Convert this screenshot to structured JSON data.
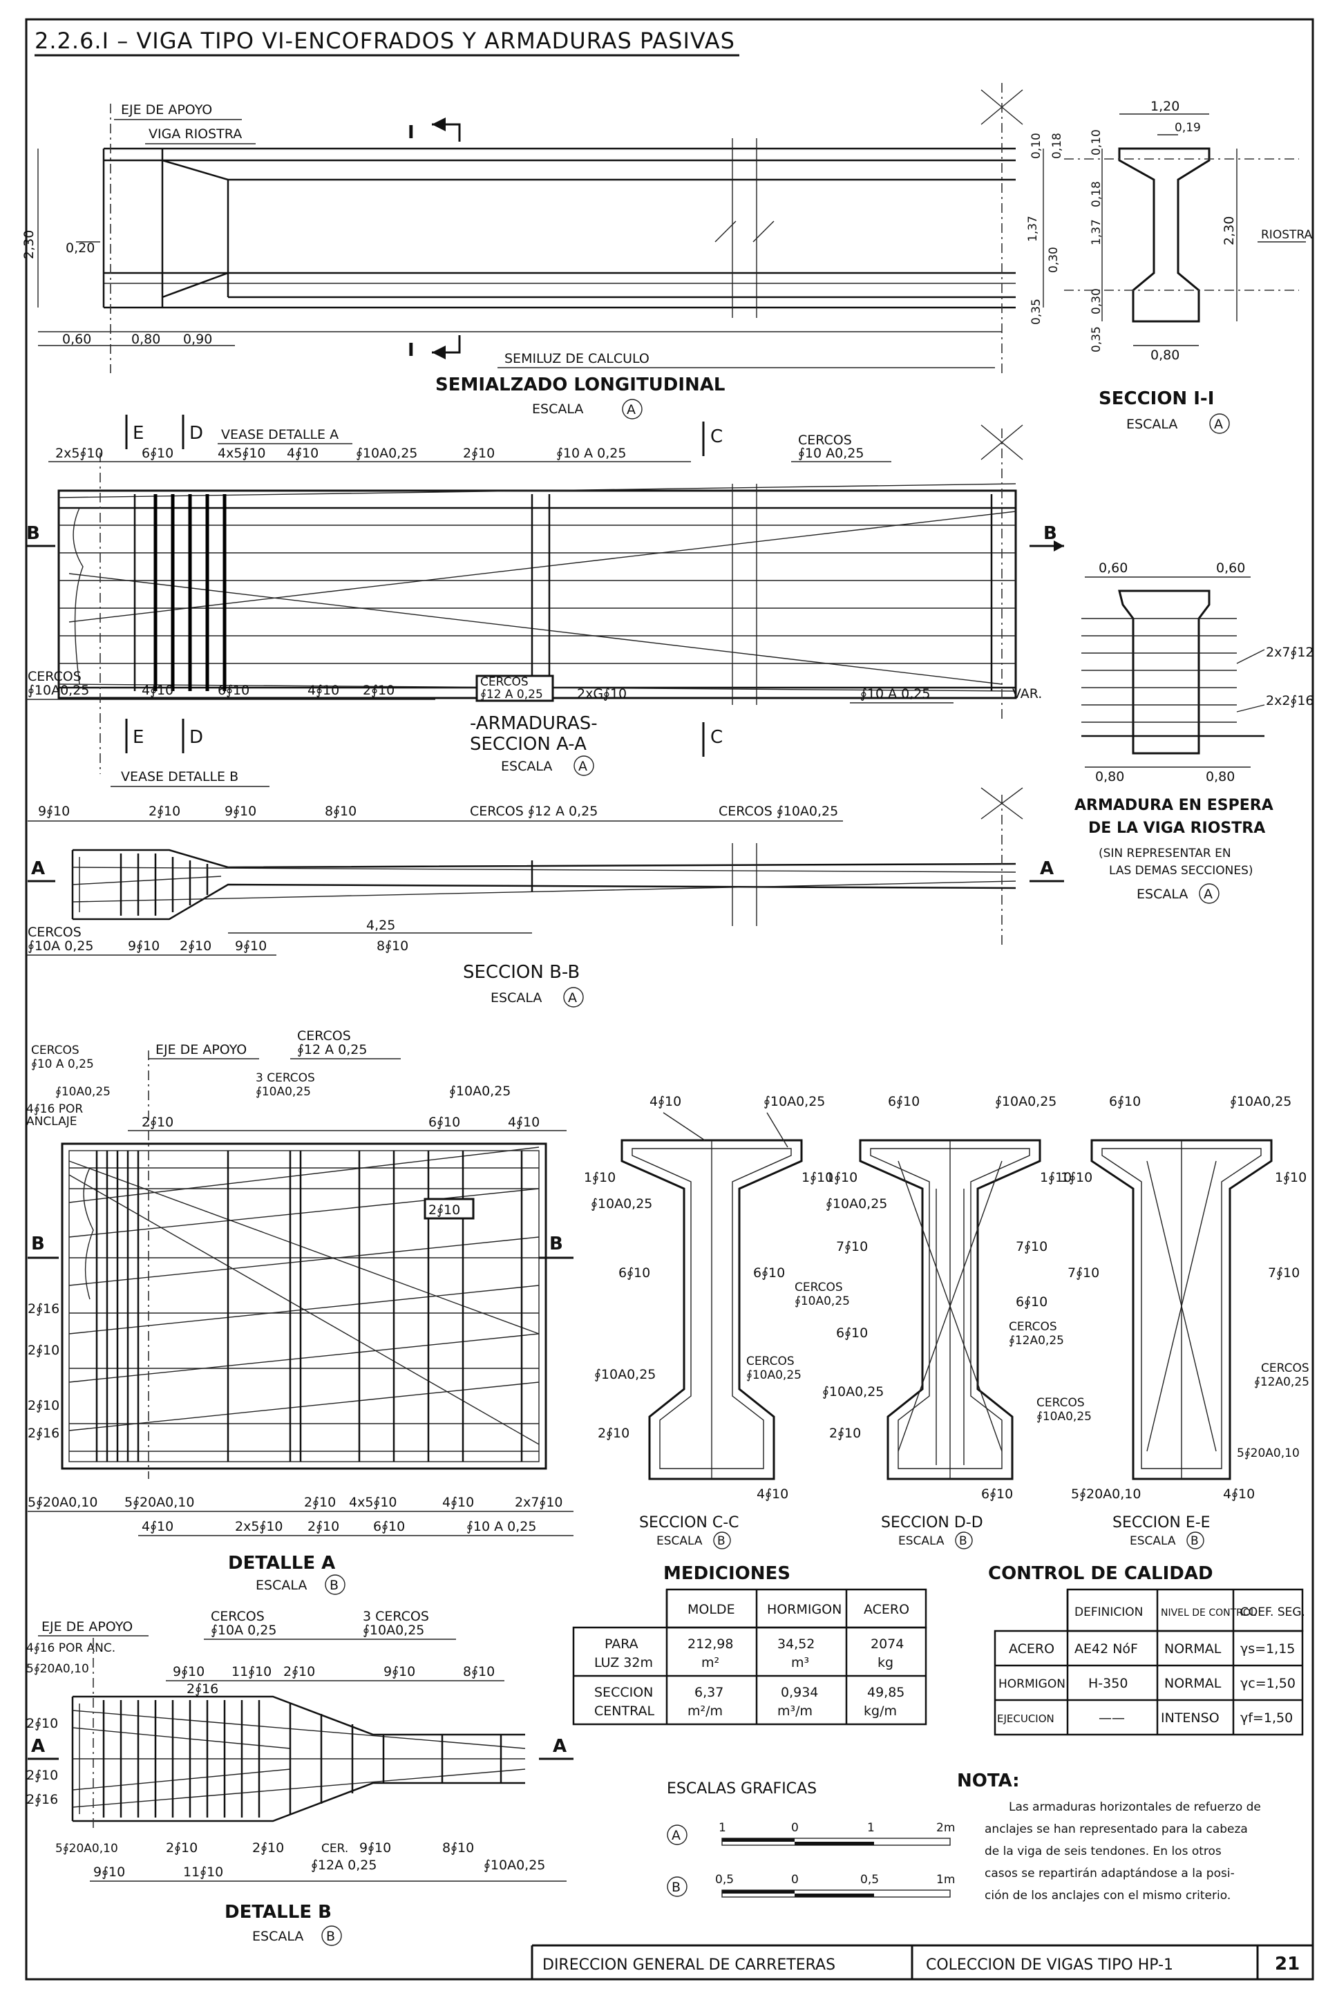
{
  "header": {
    "title": "2.2.6.I – VIGA TIPO VI-ENCOFRADOS Y ARMADURAS PASIVAS"
  },
  "views": {
    "semialzado": {
      "title": "SEMIALZADO LONGITUDINAL",
      "scale": "ESCALA",
      "scale_mark": "A",
      "labels": [
        "EJE DE APOYO",
        "VIGA RIOSTRA",
        "SEMILUZ DE CALCULO",
        "I",
        "I"
      ],
      "dims": [
        "2,30",
        "0,20",
        "0,60",
        "0,80",
        "0,90",
        "0,10",
        "0,18",
        "1,37",
        "0,30",
        "0,35"
      ]
    },
    "seccion_i": {
      "title": "SECCION I-I",
      "scale": "ESCALA",
      "scale_mark": "A",
      "labels": [
        "RIOSTRA"
      ],
      "dims": [
        "1,20",
        "0,19",
        "0,10",
        "0,18",
        "1,37",
        "2,30",
        "0,30",
        "0,35",
        "0,80"
      ]
    },
    "armaduras_aa": {
      "title": "-ARMADURAS-",
      "subtitle": "SECCION A-A",
      "scale": "ESCALA",
      "scale_mark": "A",
      "labels": [
        "E",
        "D",
        "C",
        "B",
        "B",
        "E",
        "D",
        "C",
        "VEASE DETALLE A",
        "2x5∮10",
        "6∮10",
        "4x5∮10",
        "4∮10",
        "∮10A0,25",
        "2∮10",
        "∮10 A 0,25",
        "CERCOS",
        "∮10 A0,25",
        "CERCOS",
        "∮10A0,25",
        "4∮10",
        "6∮10",
        "4∮10",
        "2∮10",
        "CERCOS",
        "∮12 A 0,25",
        "2xG∮10",
        "∮10 A 0,25",
        "VAR."
      ]
    },
    "riostra": {
      "title": "ARMADURA EN ESPERA",
      "subtitle": "DE LA VIGA RIOSTRA",
      "note1": "(SIN REPRESENTAR EN",
      "note2": "LAS DEMAS SECCIONES)",
      "scale": "ESCALA",
      "scale_mark": "A",
      "labels": [
        "0,60",
        "0,60",
        "2x7∮12",
        "2x2∮16",
        "0,80",
        "0,80"
      ]
    },
    "seccion_bb": {
      "title": "SECCION B-B",
      "scale": "ESCALA",
      "scale_mark": "A",
      "labels": [
        "VEASE DETALLE B",
        "9∮10",
        "2∮10",
        "9∮10",
        "8∮10",
        "CERCOS ∮12 A 0,25",
        "CERCOS ∮10A0,25",
        "A",
        "A",
        "CERCOS",
        "∮10A 0,25",
        "9∮10",
        "2∮10",
        "9∮10",
        "4,25",
        "8∮10"
      ]
    },
    "detalle_a": {
      "title": "DETALLE A",
      "scale": "ESCALA",
      "scale_mark": "B",
      "labels": [
        "CERCOS",
        "∮10 A 0,25",
        "EJE DE APOYO",
        "CERCOS",
        "∮12 A 0,25",
        "3 CERCOS",
        "∮10A0,25",
        "∮10A0,25",
        "∮10A0,25",
        "4∮16 POR",
        "ANCLAJE",
        "2∮10",
        "6∮10",
        "4∮10",
        "2∮10",
        "B",
        "B",
        "2∮16",
        "2∮10",
        "2∮10",
        "2∮16",
        "5∮20A0,10",
        "5∮20A0,10",
        "4∮10",
        "2∮10",
        "4x5∮10",
        "4∮10",
        "2x7∮10",
        "2x5∮10",
        "2∮10",
        "6∮10",
        "∮10 A 0,25"
      ]
    },
    "secciones_cde": {
      "sections": [
        {
          "title": "SECCION C-C",
          "scale": "ESCALA",
          "scale_mark": "B",
          "labels": [
            "4∮10",
            "∮10A0,25",
            "1∮10",
            "1∮10",
            "∮10A0,25",
            "6∮10",
            "6∮10",
            "CERCOS",
            "∮10A0,25",
            "∮10A0,25",
            "2∮10",
            "4∮10"
          ]
        },
        {
          "title": "SECCION D-D",
          "scale": "ESCALA",
          "scale_mark": "B",
          "labels": [
            "6∮10",
            "∮10A0,25",
            "1∮10",
            "1∮10",
            "∮10A0,25",
            "7∮10",
            "7∮10",
            "CERCOS",
            "∮10A0,25",
            "6∮10",
            "6∮10",
            "CERCOS",
            "∮12A0,25",
            "∮10A0,25",
            "2∮10",
            "6∮10"
          ]
        },
        {
          "title": "SECCION E-E",
          "scale": "ESCALA",
          "scale_mark": "B",
          "labels": [
            "6∮10",
            "∮10A0,25",
            "1∮10",
            "1∮10",
            "7∮10",
            "7∮10",
            "CERCOS",
            "∮12A0,25",
            "CERCOS",
            "∮10A0,25",
            "5∮20A0,10",
            "5∮20A0,10",
            "4∮10"
          ]
        }
      ]
    },
    "detalle_b": {
      "title": "DETALLE B",
      "scale": "ESCALA",
      "scale_mark": "B",
      "labels": [
        "EJE DE APOYO",
        "4∮16 POR ANC.",
        "5∮20A0,10",
        "CERCOS",
        "∮10A 0,25",
        "3 CERCOS",
        "∮10A0,25",
        "9∮10",
        "11∮10",
        "2∮10",
        "2∮16",
        "9∮10",
        "8∮10",
        "2∮10",
        "2∮10",
        "2∮16",
        "A",
        "A",
        "5∮20A0,10",
        "2∮10",
        "2∮10",
        "CER.",
        "9∮10",
        "8∮10",
        "9∮10",
        "11∮10",
        "∮12A 0,25",
        "∮10A0,25"
      ]
    }
  },
  "mediciones": {
    "title": "MEDICIONES",
    "headers": [
      "MOLDE",
      "HORMIGON",
      "ACERO"
    ],
    "rows": [
      {
        "label1": "PARA",
        "label2": "LUZ 32m",
        "molde": "212,98",
        "molde_u": "m²",
        "hormigon": "34,52",
        "hormigon_u": "m³",
        "acero": "2074",
        "acero_u": "kg"
      },
      {
        "label1": "SECCION",
        "label2": "CENTRAL",
        "molde": "6,37",
        "molde_u": "m²/m",
        "hormigon": "0,934",
        "hormigon_u": "m³/m",
        "acero": "49,85",
        "acero_u": "kg/m"
      }
    ]
  },
  "control": {
    "title": "CONTROL DE CALIDAD",
    "headers": [
      "DEFINICION",
      "NIVEL DE CONTROL",
      "COEF. SEG."
    ],
    "rows": [
      {
        "label": "ACERO",
        "def": "AE42 NóF",
        "nivel": "NORMAL",
        "coef": "γs=1,15"
      },
      {
        "label": "HORMIGON",
        "def": "H-350",
        "nivel": "NORMAL",
        "coef": "γc=1,50"
      },
      {
        "label": "EJECUCION",
        "def": "——",
        "nivel": "INTENSO",
        "coef": "γf=1,50"
      }
    ]
  },
  "escalas": {
    "title": "ESCALAS GRAFICAS",
    "a": {
      "mark": "A",
      "ticks": [
        "1",
        "0",
        "1",
        "2m"
      ]
    },
    "b": {
      "mark": "B",
      "ticks": [
        "0,5",
        "0",
        "0,5",
        "1m"
      ]
    }
  },
  "nota": {
    "title": "NOTA:",
    "lines": [
      "Las armaduras horizontales de refuerzo de",
      "anclajes se han representado para la cabeza",
      "de la viga de seis tendones. En los otros",
      "casos se repartirán adaptándose a la posi-",
      "ción de los anclajes con el mismo criterio."
    ]
  },
  "footer": {
    "org": "DIRECCION GENERAL DE CARRETERAS",
    "collection": "COLECCION DE VIGAS TIPO HP-1",
    "page": "21"
  }
}
